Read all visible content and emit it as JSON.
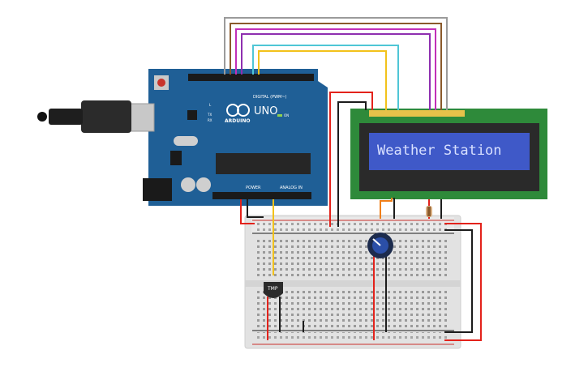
{
  "arduino": {
    "brand": "ARDUINO",
    "model": "UNO",
    "on_label": "ON",
    "digital_label": "DIGITAL (PWM~)",
    "power_label": "POWER",
    "analog_label": "ANALOG IN",
    "l_label": "L",
    "tx_label": "TX",
    "rx_label": "RX",
    "board_color": "#1f5f96"
  },
  "lcd": {
    "text": "Weather Station",
    "screen_color": "#3f59c8",
    "pcb_color": "#2e8a3a"
  },
  "sensor": {
    "label": "TMP"
  },
  "colors": {
    "wire_red": "#e3221b",
    "wire_black": "#1c1c1c",
    "wire_yellow": "#f2c21b",
    "wire_orange": "#f07f1a",
    "wire_cyan": "#4fc6d6",
    "wire_purple": "#8e2fb0",
    "wire_magenta": "#c22fb8",
    "wire_brown": "#8a5a2b",
    "wire_gray": "#9b9b9b"
  }
}
